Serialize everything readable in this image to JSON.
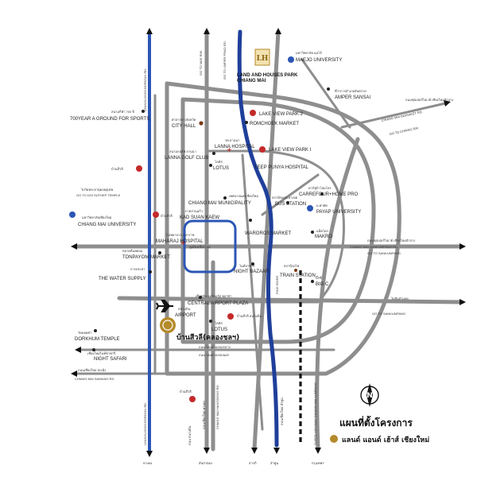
{
  "colors": {
    "river": "#1f3f9a",
    "highway": "#2b56b5",
    "road": "#8e8e8e",
    "hospital": "#c42a2a",
    "university": "#2b56b5",
    "project_gold": "#b48a2a"
  },
  "project": {
    "logo_text": "LH",
    "name_line1": "LAND AND HOUSES   PARK",
    "name_line2": "CHIANG MAI",
    "site_thai": "บ้านสีวลี(คลองชลฯ)"
  },
  "labels": {
    "maejo_th": "มหาวิทยาลัย แม่โจ้",
    "maejo_en": "MAEJO UNIVERSITY",
    "amper_th": "ที่ว่าการอำเภอสันทราย",
    "amper_en": "AMPER SANSAI",
    "hwy_lampang_n_th": "ถนนซุปเปอร์ไฮเวย์ เชียงใหม่ลำปาง",
    "hwy_doisaket": "CHIANG MAI DOISAKET RD.",
    "go_chiangrai": "GO TO CHIANG RAI",
    "go_mae_rim": "GO TO MAE RIM",
    "go_phrao": "GO TO UMPER PRAO RD.",
    "sport_th": "สนามกีฬา 700 ปี",
    "sport_en": "700YEAR A GROUND FOR SPORTS",
    "cityhall_th": "ศาลากลางจังหวัด",
    "cityhall_en": "CITY HALL",
    "lakeview2": "LAKE VIEW PARK 2",
    "romchoek": "ROMCHOEK MARKET",
    "lanna_hosp_th": "รพ.ลานนา",
    "lanna_hosp_en": "LANNA HOSPITAL",
    "lakeview1": "LAKE VIEW PARK I",
    "golf_th": "สนามกอล์ฟ ลานนา",
    "golf_en": "LANNA GOLF CLUB",
    "lotus_n_th": "โลตัส",
    "lotus_n_en": "LOTUS",
    "teppunya": "TEEP PUNYA HOSPITAL",
    "carrefour_th": "คาร์ฟูร์+โฮมโปร",
    "carrefour_en": "CARREFOUR+HOME PRO",
    "bus_th": "สถานีขนส่ง อาเขต",
    "bus_en": "BUS STATION",
    "payap_th": "ม.พายัพ",
    "payap_en": "PAYAP UNIVERSITY",
    "ban_suthep_th": "บ้านสีวลี",
    "doisuthep_th": "ไปวัดพระธาตุดอยสุเทพ",
    "doisuthep_en": "GO TO DOI SUTHEP TEMPLE",
    "cmu_th": "มหาวิทยาลัยเชียงใหม่",
    "cmu_en": "CHIANG MAI UNIVERSITY",
    "ban_suan_th": "บ้านสีวลี",
    "municipality_th": "เทศบาลนครเชียงใหม่",
    "municipality_en": "CHIANG MAI MUNICIPALITY",
    "kadsuankaew_th": "กาดสวนแก้ว",
    "kadsuankaew_en": "KAD SUAN KAEW",
    "maharaj_th": "โรงพยาบาล มหาราช",
    "maharaj_en": "MAHARAJ HOSPITAL",
    "warorot_en": "WAROROS MARKET",
    "makro_th": "แม็คโคร",
    "makro_en": "MAKRO",
    "hwy_lampang_th": "ถนนซุปเปอร์ไฮเวย์ เชียงใหม่ลำปาง",
    "hwy_lampang_en": "CHIANG MAI SANKUMPANG RD.",
    "go_sankamphaeng": "GO TO SANKUMPANG",
    "moat_th": "คูเมืองเชียงใหม่",
    "tonpayom_th": "ตลาดต้นพยอม",
    "tonpayom_en": "TONPAYOM MARKET",
    "nightbazaar_th": "ไนท์บาซาร์",
    "nightbazaar_en": "NIGHT BAZAAR",
    "train_th": "สถานีรถไฟ",
    "train_en": "TRAIN STATION",
    "watersupply_th": "การประปา",
    "watersupply_en": "THE WATER SUPPLY",
    "bigc_th": "บิ๊กซี",
    "bigc_en": "BIG C",
    "airportplaza_th": "เซ็นทรัล แอร์พอร์ต พลาซ่า",
    "airportplaza_en": "CENTRAL AIRPORT PLAZA",
    "airport_th": "สนามบิน",
    "airport_en": "AIRPORT",
    "ban_airport_th": "บ้านสีวลี สนามบิน",
    "go_sankamphaeng2_th": "ไปสันกำแพง",
    "go_sankamphaeng2_en": "GO TO SANKUMPANG",
    "lotus_s_th": "โลตัส",
    "lotus_s_en": "LOTUS",
    "dorkhum_th": "วัดดอยคำ",
    "dorkhum_en": "DORKHUM TEMPLE",
    "nightsafari_th": "เชียงใหม่ไนท์ซาฟารี",
    "nightsafari_en": "NIGHT SAFARI",
    "ring_th": "ถนน วงแหวนรอบกลาง",
    "ring2_th": "ถนน วงแหวนรอบนอก",
    "samoeng_th": "ถนนเชียงใหม่ สะเมิง",
    "samoeng_en": "CHIANG MAI SAMUNG RD.",
    "ban_south_th": "บ้านสีวลี",
    "hangdong_th": "ถนนเชียงใหม่ หางดง",
    "hangdong_en": "CHIANG MAI HANGDONG RD.",
    "ping_en": "PING RIVER",
    "super_hwy_en": "SUPER HIGHWAY CHIANG MAI LUMPANG",
    "lamphun_th": "ถนนเชียงใหม่ ลำพูน",
    "airport_rd_th": "ถนน สนามบิน",
    "left_hwy_en": "LEANGLONGCHOPATAN RD.",
    "canal_rd_en": "CANAL RD.",
    "to_hangdong": "หางดง",
    "to_sanpatong": "สันป่าตอง",
    "to_saraphi": "สารภี",
    "to_lamphun": "ลำพูน",
    "to_bangkok": "กรุงเทพฯ"
  },
  "legend": {
    "title": "แผนที่ตั้งโครงการ",
    "brand": "แลนด์ แอนด์ เฮ้าส์ เชียงใหม่",
    "north": "N"
  }
}
